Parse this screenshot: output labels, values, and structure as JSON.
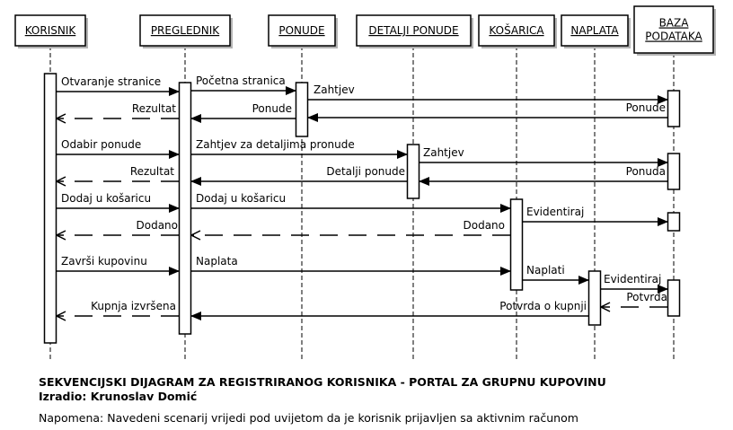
{
  "diagram": {
    "type": "sequence",
    "participants": [
      {
        "id": "korisnik",
        "label": "KORISNIK"
      },
      {
        "id": "preglednik",
        "label": "PREGLEDNIK"
      },
      {
        "id": "ponude",
        "label": "PONUDE"
      },
      {
        "id": "detalji",
        "label": "DETALJI PONUDE"
      },
      {
        "id": "kosarica",
        "label": "KOŠARICA"
      },
      {
        "id": "naplata",
        "label": "NAPLATA"
      },
      {
        "id": "baza",
        "label": "BAZA PODATAKA",
        "lines": [
          "BAZA",
          "PODATAKA"
        ]
      }
    ],
    "messages": [
      {
        "from": "korisnik",
        "to": "preglednik",
        "label": "Otvaranje stranice",
        "type": "call"
      },
      {
        "from": "preglednik",
        "to": "ponude",
        "label": "Početna stranica",
        "type": "call"
      },
      {
        "from": "ponude",
        "to": "baza",
        "label": "Zahtjev",
        "type": "call"
      },
      {
        "from": "baza",
        "to": "ponude",
        "label": "Ponude",
        "type": "return"
      },
      {
        "from": "ponude",
        "to": "preglednik",
        "label": "Ponude",
        "type": "return"
      },
      {
        "from": "preglednik",
        "to": "korisnik",
        "label": "Rezultat",
        "type": "reply"
      },
      {
        "from": "korisnik",
        "to": "preglednik",
        "label": "Odabir ponude",
        "type": "call"
      },
      {
        "from": "preglednik",
        "to": "detalji",
        "label": "Zahtjev za detaljima pronude",
        "type": "call"
      },
      {
        "from": "detalji",
        "to": "baza",
        "label": "Zahtjev",
        "type": "call"
      },
      {
        "from": "baza",
        "to": "detalji",
        "label": "Ponuda",
        "type": "return"
      },
      {
        "from": "detalji",
        "to": "preglednik",
        "label": "Detalji ponude",
        "type": "return"
      },
      {
        "from": "preglednik",
        "to": "korisnik",
        "label": "Rezultat",
        "type": "reply"
      },
      {
        "from": "korisnik",
        "to": "preglednik",
        "label": "Dodaj u košaricu",
        "type": "call"
      },
      {
        "from": "preglednik",
        "to": "kosarica",
        "label": "Dodaj u košaricu",
        "type": "call"
      },
      {
        "from": "kosarica",
        "to": "baza",
        "label": "Evidentiraj",
        "type": "call"
      },
      {
        "from": "kosarica",
        "to": "preglednik",
        "label": "Dodano",
        "type": "reply"
      },
      {
        "from": "preglednik",
        "to": "korisnik",
        "label": "Dodano",
        "type": "reply"
      },
      {
        "from": "korisnik",
        "to": "preglednik",
        "label": "Završi kupovinu",
        "type": "call"
      },
      {
        "from": "preglednik",
        "to": "kosarica",
        "label": "Naplata",
        "type": "call"
      },
      {
        "from": "kosarica",
        "to": "naplata",
        "label": "Naplati",
        "type": "call"
      },
      {
        "from": "naplata",
        "to": "baza",
        "label": "Evidentiraj",
        "type": "call"
      },
      {
        "from": "baza",
        "to": "naplata",
        "label": "Potvrda",
        "type": "reply"
      },
      {
        "from": "naplata",
        "to": "preglednik",
        "label": "Potvrda o kupnji",
        "type": "return"
      },
      {
        "from": "preglednik",
        "to": "korisnik",
        "label": "Kupnja izvršena",
        "type": "reply"
      }
    ]
  },
  "caption": {
    "title": "SEKVENCIJSKI DIJAGRAM ZA REGISTRIRANOG KORISNIKA - PORTAL ZA GRUPNU KUPOVINU",
    "author": "Izradio: Krunoslav Domić",
    "note": "Napomena: Navedeni scenarij vrijedi pod uvijetom da je korisnik prijavljen sa aktivnim računom"
  }
}
